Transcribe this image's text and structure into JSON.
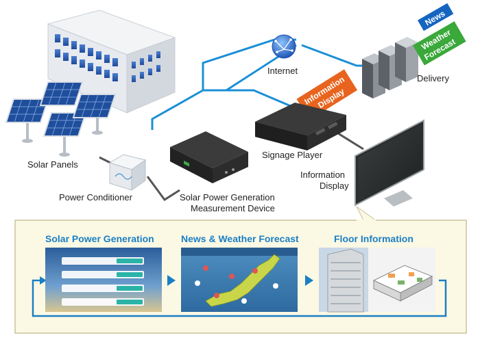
{
  "labels": {
    "internet": "Internet",
    "delivery": "Delivery",
    "solar_panels": "Solar Panels",
    "signage_player": "Signage Player",
    "power_conditioner": "Power Conditioner",
    "measurement_device_line1": "Solar Power Generation",
    "measurement_device_line2": "Measurement Device",
    "display_line1": "Information",
    "display_line2": "Display"
  },
  "tags": {
    "info_display_line1": "Information",
    "info_display_line2": "Display",
    "news": "News",
    "weather_line1": "Weather",
    "weather_line2": "Forecast"
  },
  "content_sections": [
    {
      "title": "Solar Power Generation"
    },
    {
      "title": "News & Weather Forecast"
    },
    {
      "title": "Floor Information"
    }
  ],
  "colors": {
    "network_line": "#1a8fd6",
    "power_line": "#555555",
    "section_title": "#1a7fc4",
    "panel_bg": "#fbf8e4",
    "panel_border": "#c9c29a",
    "orange_tag": "#e8641e",
    "news_tag": "#1565c0",
    "weather_tag": "#3aa83a"
  }
}
